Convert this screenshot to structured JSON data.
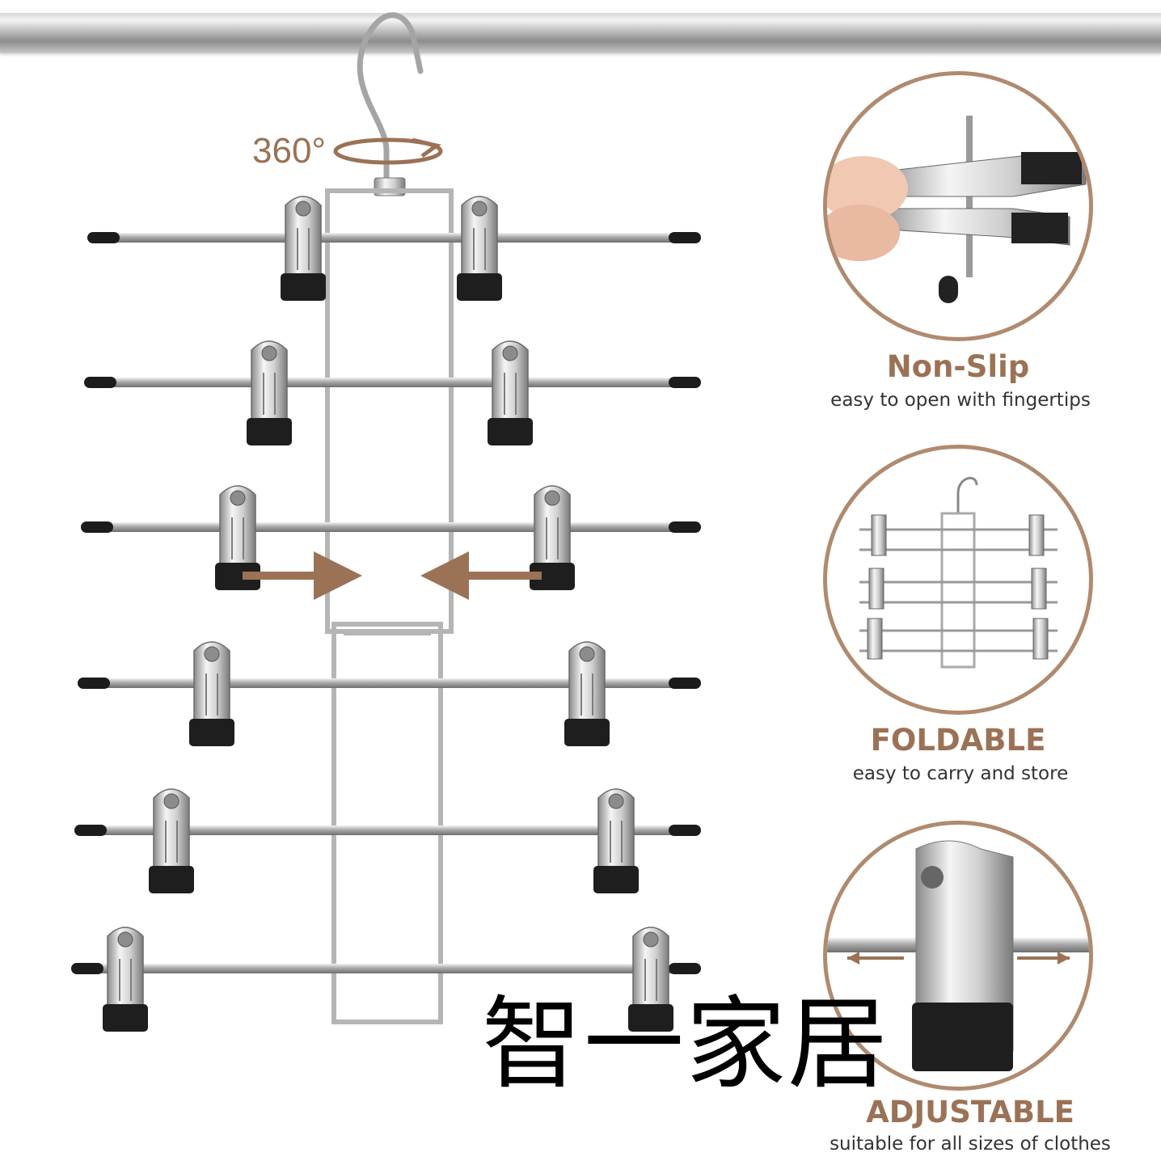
{
  "rotation_label": "360°",
  "features": [
    {
      "title": "Non-Slip",
      "subtitle": "easy to open with fingertips"
    },
    {
      "title": "FOLDABLE",
      "subtitle": "easy to carry and store"
    },
    {
      "title": "ADJUSTABLE",
      "subtitle": "suitable for all sizes of clothes"
    }
  ],
  "watermark": "智一家居",
  "colors": {
    "accent": "#9b7256",
    "ring": "#b08a6f",
    "metal": "#b9b9b9",
    "clip_pad": "#1e1e1e"
  }
}
